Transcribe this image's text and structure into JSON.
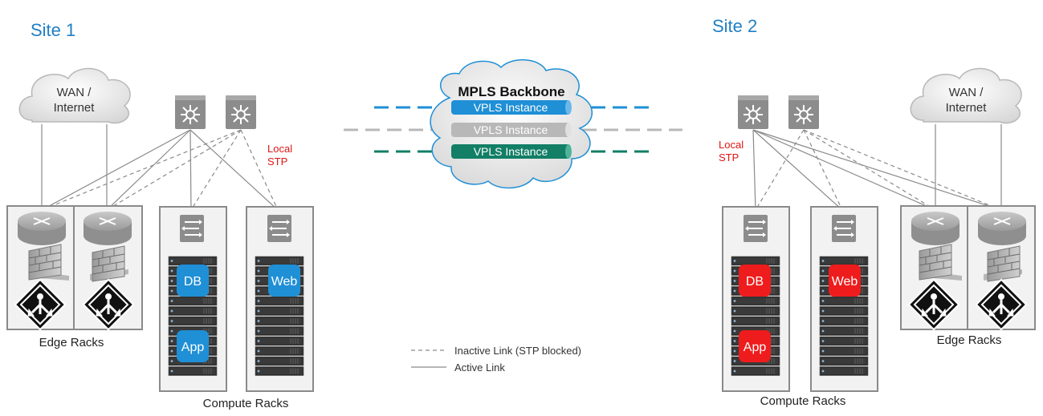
{
  "site1": {
    "title": "Site 1",
    "wan_label_line1": "WAN /",
    "wan_label_line2": "Internet",
    "stp_line1": "Local",
    "stp_line2": "STP",
    "edge_racks_label": "Edge Racks",
    "compute_racks_label": "Compute Racks",
    "tags": [
      "DB",
      "App",
      "Web"
    ],
    "tag_color": "#1f8fd6"
  },
  "site2": {
    "title": "Site 2",
    "wan_label_line1": "WAN /",
    "wan_label_line2": "Internet",
    "stp_line1": "Local",
    "stp_line2": "STP",
    "edge_racks_label": "Edge Racks",
    "compute_racks_label": "Compute Racks",
    "tags": [
      "DB",
      "App",
      "Web"
    ],
    "tag_color": "#ee1c1c"
  },
  "backbone": {
    "title": "MPLS Backbone",
    "instances": [
      {
        "label": "VPLS Instance",
        "color": "#1f8fd6"
      },
      {
        "label": "VPLS Instance",
        "color": "#b8b8b8"
      },
      {
        "label": "VPLS Instance",
        "color": "#127f66"
      }
    ]
  },
  "legend": {
    "inactive": "Inactive Link (STP blocked)",
    "active": "Active Link"
  },
  "colors": {
    "site_title": "#1f7fc4",
    "stp": "#e01515",
    "rack_border": "#8a8a8a",
    "link": "#8a8a8a"
  }
}
